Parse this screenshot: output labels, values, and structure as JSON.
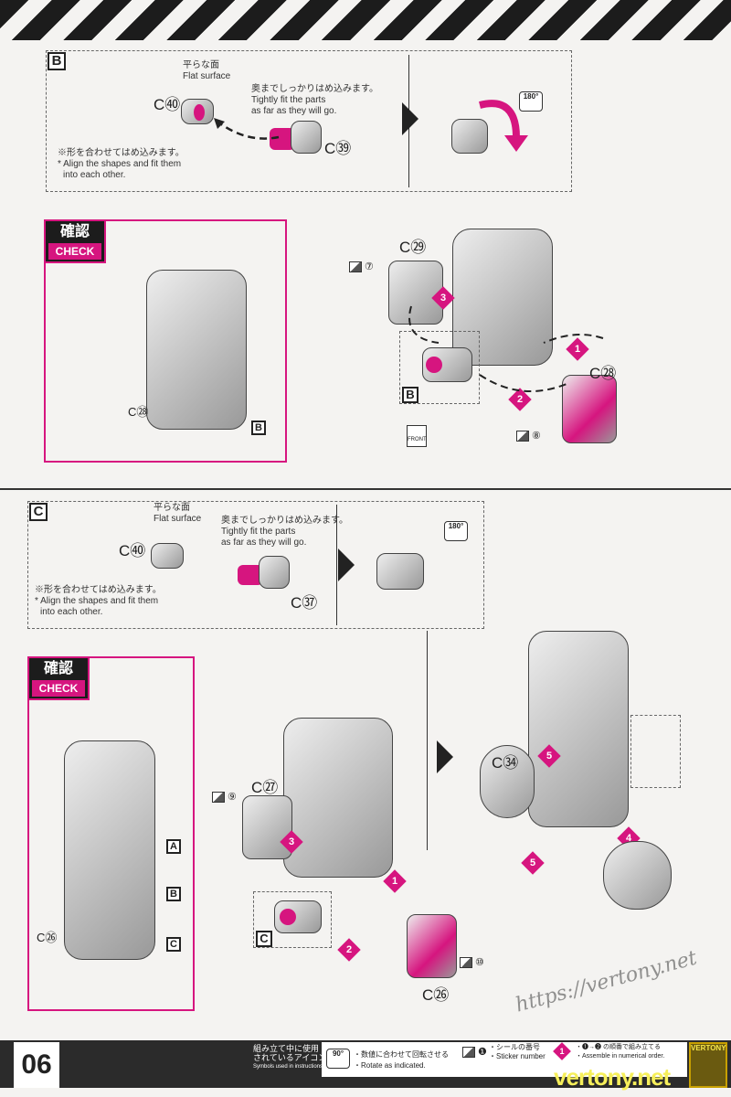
{
  "page_number": "06",
  "section_b": {
    "letter": "B",
    "flat_jp": "平らな面",
    "flat_en": "Flat surface",
    "fit_jp": "奥までしっかりはめ込みます。",
    "fit_en1": "Tightly fit the parts",
    "fit_en2": "as far as they will go.",
    "align_jp": "※形を合わせてはめ込みます。",
    "align_en1": "* Align the shapes and fit them",
    "align_en2": "into each other.",
    "part_a": "C㊵",
    "part_b": "C㊴",
    "rotate": "180°"
  },
  "check_b": {
    "jp": "確認",
    "en": "CHECK",
    "part": "C㉘",
    "marker": "B"
  },
  "assembly_b": {
    "part1": "C㉙",
    "part2": "C㉘",
    "sticker1": "⑦",
    "sticker2": "⑧",
    "steps": [
      "1",
      "2",
      "3"
    ],
    "sub": "B",
    "front": "FRONT"
  },
  "section_c": {
    "letter": "C",
    "flat_jp": "平らな面",
    "flat_en": "Flat surface",
    "fit_jp": "奥までしっかりはめ込みます。",
    "fit_en1": "Tightly fit the parts",
    "fit_en2": "as far as they will go.",
    "align_jp": "※形を合わせてはめ込みます。",
    "align_en1": "* Align the shapes and fit them",
    "align_en2": "into each other.",
    "part_a": "C㊵",
    "part_b": "C㊲",
    "rotate": "180°"
  },
  "check_c": {
    "jp": "確認",
    "en": "CHECK",
    "part": "C㉖",
    "markers": [
      "A",
      "B",
      "C"
    ]
  },
  "assembly_c": {
    "part1": "C㉗",
    "part2": "C㉖",
    "part3": "C㉞",
    "sticker1": "⑨",
    "sticker2": "⑩",
    "steps": [
      "1",
      "2",
      "3",
      "4",
      "5",
      "5"
    ],
    "sub": "C"
  },
  "footer": {
    "icons_jp1": "組み立て中に使用",
    "icons_jp2": "されているアイコン",
    "icons_en": "Symbols used in instructions",
    "rotate_icon": "90°",
    "rotate_jp": "・数値に合わせて回転させる",
    "rotate_en": "・Rotate as indicated.",
    "sticker_jp": "・シールの番号",
    "sticker_en": "・Sticker number",
    "order_jp": "・❶→❷ の順番で組み立てる",
    "order_en": "・Assemble in numerical order."
  },
  "watermark": {
    "url": "https://vertony.net",
    "site": "vertony.net",
    "brand": "VERTONY"
  }
}
